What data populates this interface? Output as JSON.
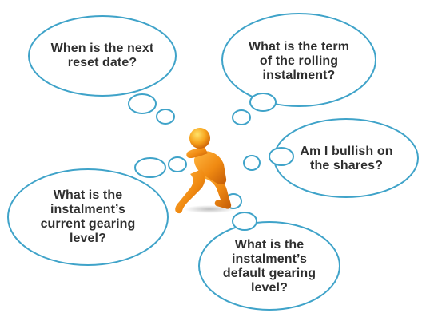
{
  "thoughts": {
    "reset_date": "When is the next\nreset date?",
    "rolling_term": "What is the term\nof the rolling\ninstalment?",
    "bullish": "Am I bullish on\nthe shares?",
    "current_gearing": "What is the\ninstalment’s\ncurrent gearing\nlevel?",
    "default_gearing": "What is the\ninstalment’s\ndefault gearing\nlevel?"
  },
  "colors": {
    "bubble_stroke": "#3fa3c9",
    "bubble_fill": "#ffffff",
    "figure_orange": "#f08a12",
    "text": "#2f2f2f"
  },
  "icons": {
    "figure": "thinking-person-icon"
  }
}
